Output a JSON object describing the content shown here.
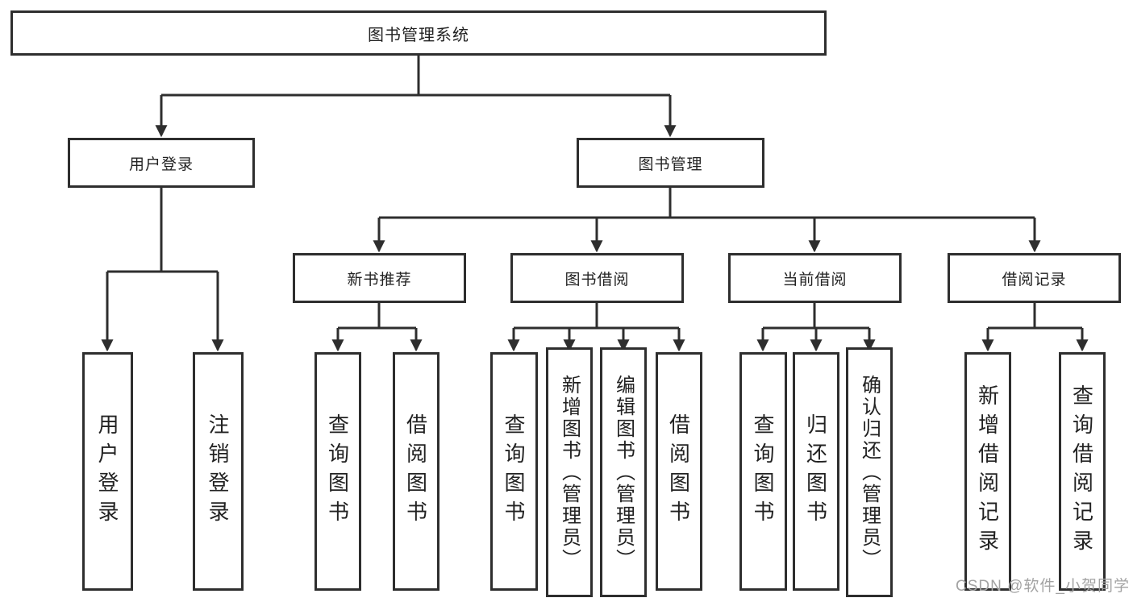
{
  "tree": {
    "root": {
      "label": "图书管理系统"
    },
    "level2": [
      {
        "label": "用户登录",
        "children": [
          {
            "label": "用户登录"
          },
          {
            "label": "注销登录"
          }
        ]
      },
      {
        "label": "图书管理",
        "children": [
          {
            "label": "新书推荐",
            "children": [
              {
                "label": "查询图书"
              },
              {
                "label": "借阅图书"
              }
            ]
          },
          {
            "label": "图书借阅",
            "children": [
              {
                "label": "查询图书"
              },
              {
                "label": "新增图书（管理员）"
              },
              {
                "label": "编辑图书（管理员）"
              },
              {
                "label": "借阅图书"
              }
            ]
          },
          {
            "label": "当前借阅",
            "children": [
              {
                "label": "查询图书"
              },
              {
                "label": "归还图书"
              },
              {
                "label": "确认归还（管理员）"
              }
            ]
          },
          {
            "label": "借阅记录",
            "children": [
              {
                "label": "新增借阅记录"
              },
              {
                "label": "查询借阅记录"
              }
            ]
          }
        ]
      }
    ]
  },
  "watermark": {
    "text": "CSDN @软件_小贺同学"
  },
  "colors": {
    "line": "#2e2e2e",
    "box_border": "#2e2e2e",
    "text": "#222222",
    "watermark": "#a3a3a3",
    "background": "#ffffff"
  }
}
